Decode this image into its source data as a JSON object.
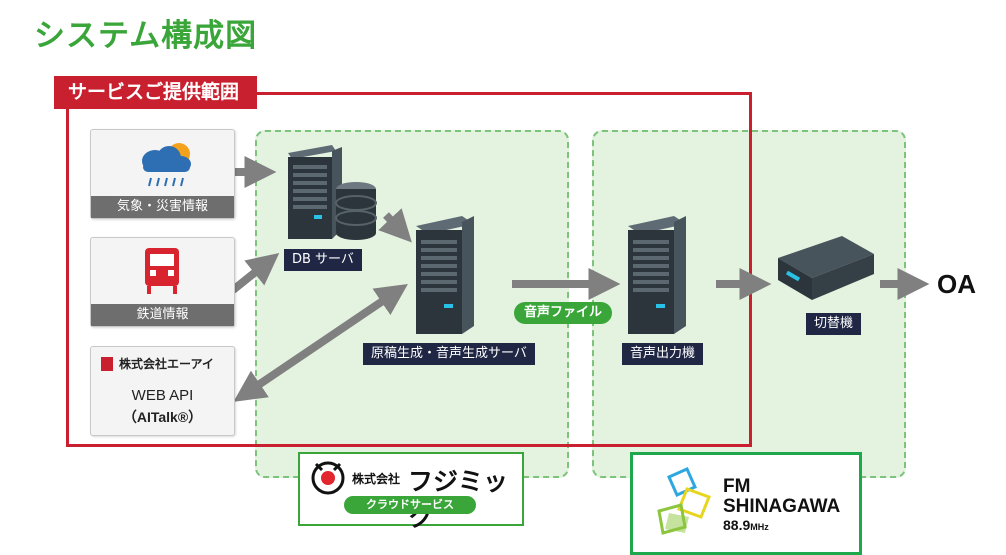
{
  "title": "システム構成図",
  "service_tab": "サービスご提供範囲",
  "sources": {
    "weather": "気象・災害情報",
    "railway": "鉄道情報",
    "ai_company": "株式会社エーアイ",
    "ai_api_line1": "WEB API",
    "ai_api_line2": "（AITalk®）"
  },
  "labels": {
    "db_server": "DB サーバ",
    "gen_server": "原稿生成・音声生成サーバ",
    "audio_file": "音声ファイル",
    "audio_out": "音声出力機",
    "switcher": "切替機",
    "oa": "OA"
  },
  "fujimic": {
    "company_small": "株式会社",
    "company_name": "フジミック",
    "service": "クラウドサービス"
  },
  "fm": {
    "line1": "FM",
    "line2": "SHINAGAWA",
    "freq": "88.9",
    "mhz": "MHz"
  },
  "colors": {
    "accent_green": "#3aa63a",
    "service_red": "#c8202e",
    "label_navy": "#1f2744",
    "zone_fill": "#e4f2e0"
  }
}
